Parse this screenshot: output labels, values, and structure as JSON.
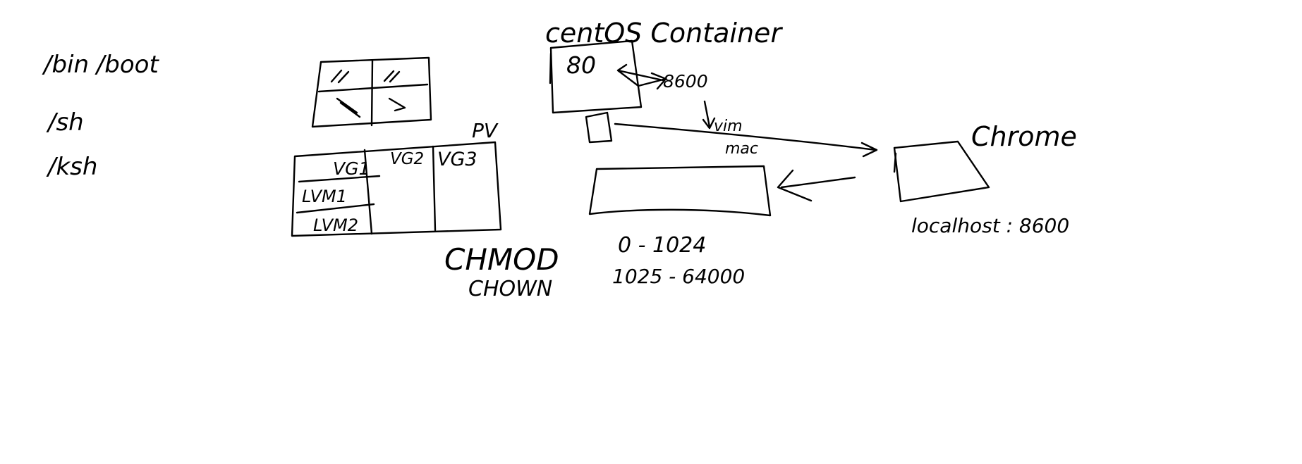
{
  "background_color": "#ffffff",
  "ink_color": "#000000",
  "left_notes": {
    "line1": "/bin /boot",
    "line2": "/sh",
    "line3": "/ksh"
  },
  "pv_label": "PV",
  "vg_labels": [
    "VG1",
    "VG2",
    "VG3"
  ],
  "lvm_labels": [
    "LVM1",
    "LVM2"
  ],
  "container": {
    "title": "centOS Container",
    "inner_port": "80",
    "mapped_port": "8600"
  },
  "link_labels": {
    "line1": "vim",
    "line2": "mac"
  },
  "browser": {
    "title": "Chrome",
    "address": "localhost : 8600"
  },
  "permissions": [
    "CHMOD",
    "CHOWN"
  ],
  "port_ranges": [
    "0 - 1024",
    "1025 - 64000"
  ]
}
